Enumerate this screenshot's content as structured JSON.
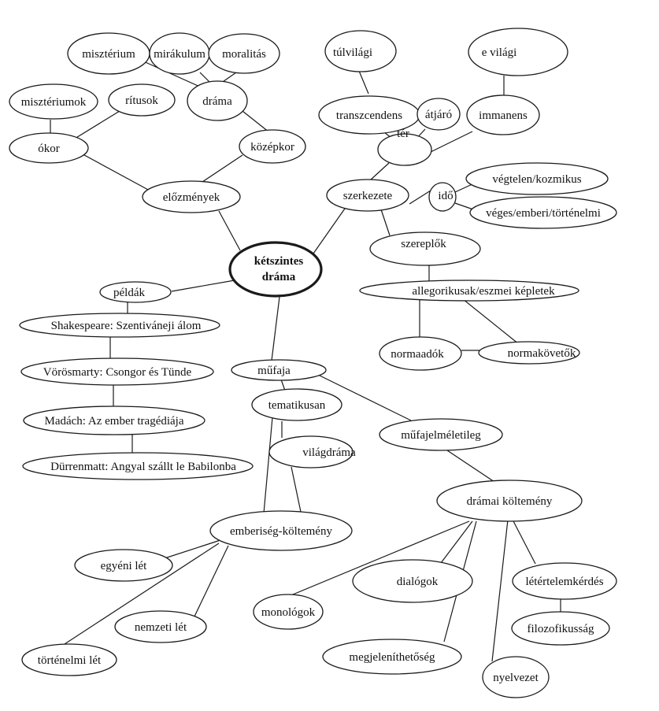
{
  "nodes": {
    "center": {
      "line1": "kétszintes",
      "line2": "dráma"
    },
    "elozmenyek": "előzmények",
    "okor": "ókor",
    "miszteriumok": "misztériumok",
    "ritusok": "rítusok",
    "kozepkor": "középkor",
    "drama": "dráma",
    "miszterium": "misztérium",
    "mirakulum": "mirákulum",
    "moralitas": "moralitás",
    "szerkezete": "szerkezete",
    "ter": "tér",
    "transzcendens": "transzcendens",
    "atjaro": "átjáró",
    "immanens": "immanens",
    "tulvilagi": "túlvilági",
    "evilagi": "e világi",
    "ido": "idő",
    "vegtelen": "végtelen/kozmikus",
    "veges": "véges/emberi/történelmi",
    "szereplok": "szereplők",
    "allegorikusak": "allegorikusak/eszmei képletek",
    "normaadok": "normaadók",
    "normakovetok": "normakövetők",
    "peldak": "példák",
    "shakespeare": "Shakespeare: Szentiváneji álom",
    "vorosmarty": "Vörösmarty: Csongor és Tünde",
    "madach": "Madách: Az ember tragédiája",
    "durrenmatt": "Dürrenmatt: Angyal szállt le Babilonba",
    "mufaja": "műfaja",
    "tematikusan": "tematikusan",
    "vilagdrama": "világdráma",
    "emberiseg": "emberiség-költemény",
    "egyeni": "egyéni lét",
    "nemzeti": "nemzeti lét",
    "tortenelmi": "történelmi lét",
    "mufajelmeletileg": "műfajelméletileg",
    "dramai": "drámai költemény",
    "dialogok": "dialógok",
    "monologok": "monológok",
    "megjelenithetoseg": "megjeleníthetőség",
    "nyelvezet": "nyelvezet",
    "letertelem": "létértelemkérdés",
    "filozofikussag": "filozofikusság"
  }
}
